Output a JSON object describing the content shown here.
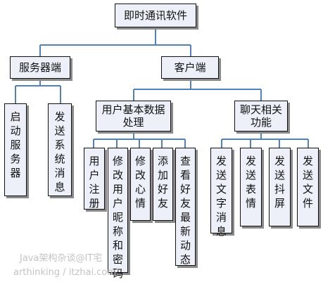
{
  "nodes": {
    "root": "即时通讯软件",
    "server": "服务器端",
    "client": "客户端",
    "start_server": "启动服务器",
    "send_system_message": "发送系统消息",
    "user_basic_data": "用户基本数据处理",
    "chat_functions": "聊天相关功能",
    "register": "用户注册",
    "edit_profile": "修改用户昵称和密码",
    "edit_mood": "修改心情",
    "add_friend": "添加好友",
    "view_friend_updates": "查看好友最新动态",
    "send_text": "发送文字消息",
    "send_emoji": "发送表情",
    "screen_shake": "发送抖屏",
    "send_file": "发送文件"
  },
  "watermark": {
    "line1": "Java架构杂谈@IT宅",
    "line2": "arthinking / itzhai.com"
  },
  "colors": {
    "connector": "#4f81bd",
    "box_fill": "#eef0f9",
    "box_border": "#111111",
    "shadow": "#8a8a8a"
  }
}
